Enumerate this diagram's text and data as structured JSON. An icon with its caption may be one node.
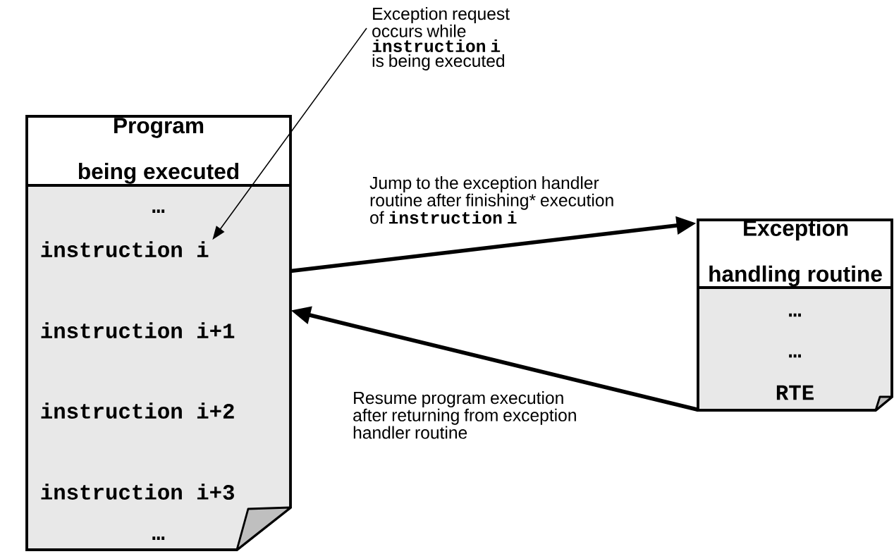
{
  "diagram": {
    "nodes": [
      {
        "text": [
          "Program being executed"
        ]
      },
      {
        "text": [
          "…"
        ],
        "in": 0
      },
      {
        "text": [
          "instruction i"
        ],
        "in": 0
      },
      {
        "text": [
          "instruction i+1"
        ],
        "in": 0
      },
      {
        "text": [
          "instruction i+2"
        ],
        "in": 0
      },
      {
        "text": [
          "instruction i+3"
        ],
        "in": 0
      },
      {
        "text": [
          "…"
        ],
        "in": 0
      },
      {
        "text": [
          "Exception handling routine",
          "…",
          "…",
          "RTE"
        ]
      },
      {
        "text": [
          "Exception request occurs while **instruction i** is being executed"
        ]
      }
    ],
    "edges": [
      {
        "from": 8,
        "to": 2,
        "arrow": "to"
      },
      {
        "from": 0,
        "to": 7,
        "arrow": "to",
        "label": "Jump to the exception handler routine after finishing* execution of **instruction i**"
      },
      {
        "from": 7,
        "to": 0,
        "arrow": "to",
        "label": "Resume program execution after returning from exception handler routine"
      }
    ]
  }
}
